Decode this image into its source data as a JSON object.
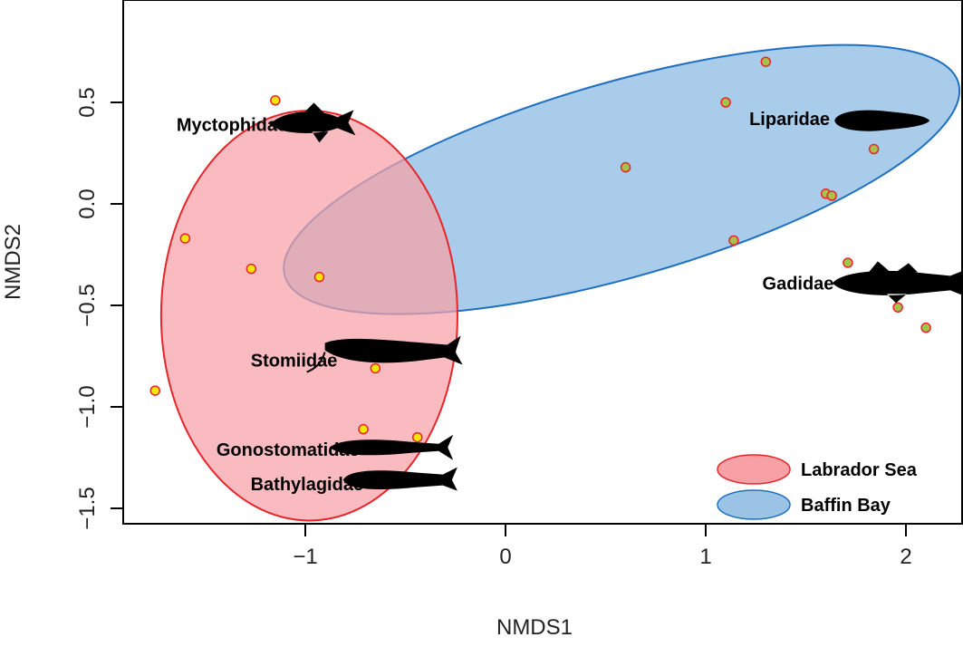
{
  "chart_data": {
    "type": "scatter",
    "xlabel": "NMDS1",
    "ylabel": "NMDS2",
    "xlim": [
      -1.88,
      2.28
    ],
    "ylim": [
      -1.58,
      1.0
    ],
    "xticks": [
      -1,
      0,
      1,
      2
    ],
    "yticks": [
      -1.5,
      -1.0,
      -0.5,
      0.0,
      0.5
    ],
    "xtick_labels": [
      "−1",
      "0",
      "1",
      "2"
    ],
    "ytick_labels": [
      "−1.5",
      "−1.0",
      "−0.5",
      "0.0",
      "0.5"
    ],
    "grid": false,
    "legend_position": "bottom-right",
    "series": [
      {
        "name": "Labrador Sea",
        "color": "#e8242a",
        "fill": "#f7a1a6",
        "point_fill": "#f5e60a",
        "point_edge": "#e8242a",
        "points": [
          {
            "x": -1.15,
            "y": 0.51
          },
          {
            "x": -1.6,
            "y": -0.17
          },
          {
            "x": -1.27,
            "y": -0.32
          },
          {
            "x": -0.93,
            "y": -0.36
          },
          {
            "x": -1.75,
            "y": -0.92
          },
          {
            "x": -0.65,
            "y": -0.81
          },
          {
            "x": -0.71,
            "y": -1.11
          },
          {
            "x": -0.44,
            "y": -1.15
          }
        ],
        "ellipse": {
          "cx": -0.98,
          "cy": -0.55,
          "rx": 0.74,
          "ry": 1.01,
          "rotation_deg": 0
        }
      },
      {
        "name": "Baffin Bay",
        "color": "#1f6fc0",
        "fill": "#9ac3e6",
        "point_fill": "#a5c24c",
        "point_edge": "#e8242a",
        "points": [
          {
            "x": 1.3,
            "y": 0.7
          },
          {
            "x": 1.1,
            "y": 0.5
          },
          {
            "x": 0.6,
            "y": 0.18
          },
          {
            "x": 1.84,
            "y": 0.27
          },
          {
            "x": 1.6,
            "y": 0.05
          },
          {
            "x": 1.63,
            "y": 0.04
          },
          {
            "x": 1.14,
            "y": -0.18
          },
          {
            "x": 1.71,
            "y": -0.29
          },
          {
            "x": 1.96,
            "y": -0.51
          },
          {
            "x": 2.1,
            "y": -0.61
          }
        ],
        "ellipse": {
          "cx": 0.58,
          "cy": 0.12,
          "rx": 1.75,
          "ry": 0.48,
          "rotation_deg": 16
        }
      }
    ],
    "annotations": [
      {
        "text": "Myctophidae",
        "x": -1.09,
        "y": 0.39,
        "anchor": "end"
      },
      {
        "text": "Liparidae",
        "x": 1.62,
        "y": 0.42,
        "anchor": "end"
      },
      {
        "text": "Gadidae",
        "x": 1.64,
        "y": -0.39,
        "anchor": "end"
      },
      {
        "text": "Stomiidae",
        "x": -0.84,
        "y": -0.77,
        "anchor": "end"
      },
      {
        "text": "Gonostomatidae",
        "x": -0.73,
        "y": -1.21,
        "anchor": "end"
      },
      {
        "text": "Bathylagidae",
        "x": -0.71,
        "y": -1.38,
        "anchor": "end"
      }
    ],
    "silhouettes": [
      {
        "name": "myctophidae-fish-icon",
        "x": -0.93,
        "y": 0.4
      },
      {
        "name": "liparidae-fish-icon",
        "x": 1.87,
        "y": 0.41
      },
      {
        "name": "gadidae-fish-icon",
        "x": 1.95,
        "y": -0.39
      },
      {
        "name": "stomiidae-fish-icon",
        "x": -0.54,
        "y": -0.73
      },
      {
        "name": "gonostomatidae-fish-icon",
        "x": -0.56,
        "y": -1.2
      },
      {
        "name": "bathylagidae-fish-icon",
        "x": -0.53,
        "y": -1.36
      }
    ]
  }
}
